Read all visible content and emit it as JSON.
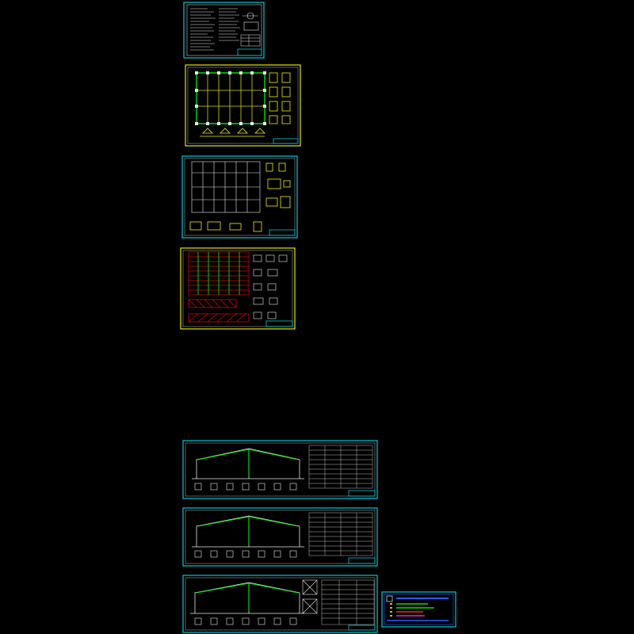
{
  "canvas": {
    "background": "#000000"
  },
  "colors": {
    "cyan_frame": "#00c8d8",
    "yellow_frame": "#e6e600",
    "white_lines": "#e8e8e8",
    "grid_yellow": "#d8d800",
    "grid_green": "#00e000",
    "rebar_red": "#e00000",
    "detail_yellow": "#f0f000",
    "legend_blue": "#2a5cff",
    "legend_green": "#00e000",
    "legend_red": "#ff2020",
    "legend_yellow": "#f0f000",
    "legend_magenta": "#e020e0"
  },
  "sheets": [
    {
      "id": "design-notes",
      "kind": "notes"
    },
    {
      "id": "foundation-plan",
      "kind": "plan-yellow"
    },
    {
      "id": "anchor-bolt-plan",
      "kind": "plan-white"
    },
    {
      "id": "roof-framing-plan",
      "kind": "plan-red"
    },
    {
      "id": "portal-frame-1",
      "kind": "elevation"
    },
    {
      "id": "portal-frame-2",
      "kind": "elevation"
    },
    {
      "id": "portal-frame-3",
      "kind": "elevation-detail"
    }
  ],
  "legend": {
    "id": "layer-legend",
    "rows": 5
  }
}
